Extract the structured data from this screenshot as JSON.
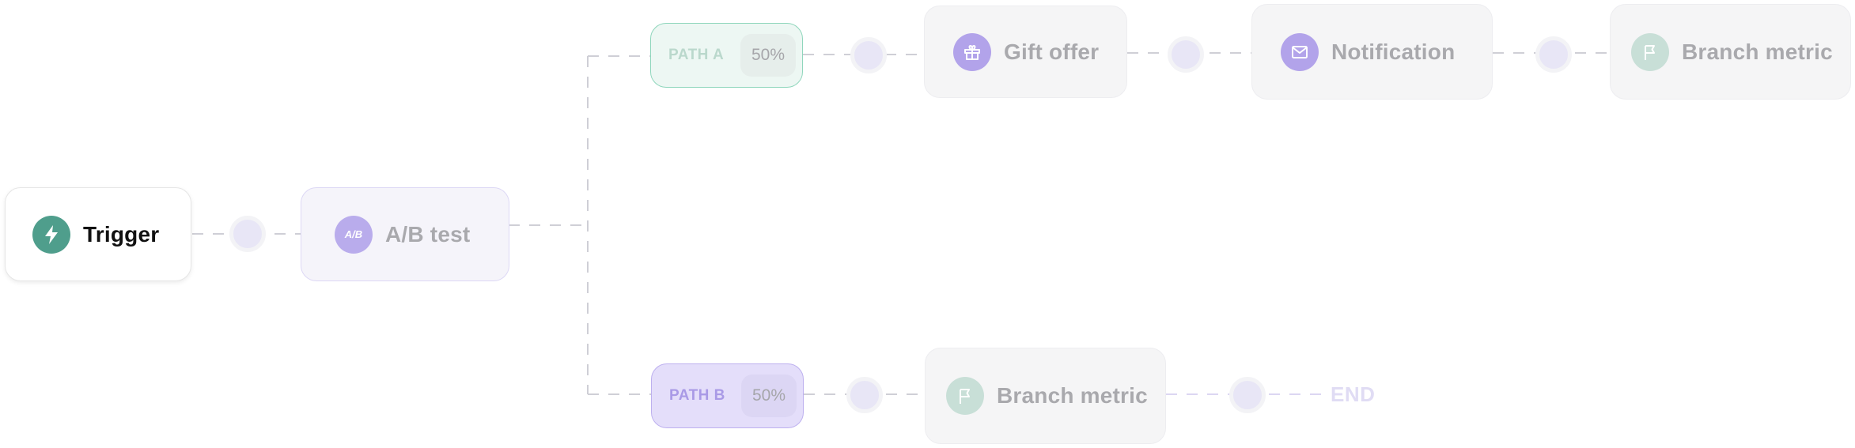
{
  "nodes": {
    "trigger": {
      "label": "Trigger",
      "icon": "lightning-bolt-icon",
      "icon_color": "#4f9e8c"
    },
    "ab_test": {
      "label": "A/B test",
      "icon_text": "A/B",
      "icon": "ab-split-icon",
      "icon_color": "#b9acec"
    },
    "gift_offer": {
      "label": "Gift offer",
      "icon": "gift-icon",
      "icon_color": "#b2a3ea"
    },
    "notification": {
      "label": "Notification",
      "icon": "envelope-icon",
      "icon_color": "#b2a3ea"
    },
    "branch_metric_a": {
      "label": "Branch metric",
      "icon": "flag-icon",
      "icon_color": "#c8dfd7"
    },
    "branch_metric_b": {
      "label": "Branch metric",
      "icon": "flag-icon",
      "icon_color": "#c8dfd7"
    }
  },
  "paths": {
    "a": {
      "name": "PATH A",
      "percent": "50%",
      "accent": "#8fd6bc"
    },
    "b": {
      "name": "PATH B",
      "percent": "50%",
      "accent": "#bdb0ef"
    }
  },
  "end": {
    "label": "END"
  }
}
